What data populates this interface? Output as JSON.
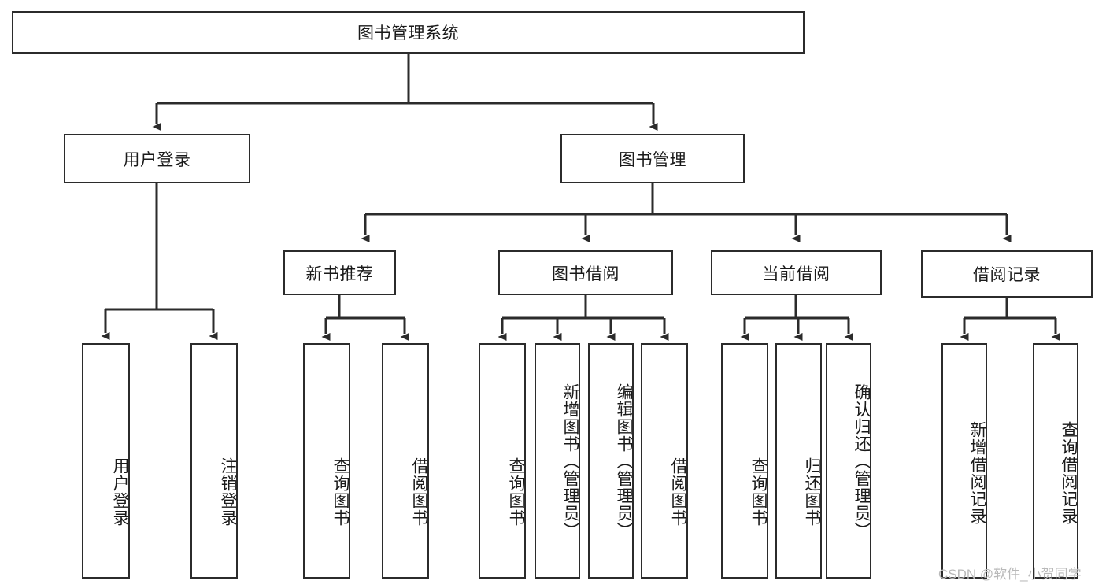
{
  "diagram": {
    "title_node": {
      "label": "图书管理系统"
    },
    "level2": [
      {
        "id": "user-login",
        "label": "用户登录"
      },
      {
        "id": "book-management",
        "label": "图书管理"
      }
    ],
    "level3": [
      {
        "id": "new-book-recommend",
        "label": "新书推荐"
      },
      {
        "id": "book-borrow",
        "label": "图书借阅"
      },
      {
        "id": "current-borrow",
        "label": "当前借阅"
      },
      {
        "id": "borrow-record",
        "label": "借阅记录"
      }
    ],
    "leaves": {
      "user_login": [
        {
          "id": "leaf-user-login",
          "label": "用户登录"
        },
        {
          "id": "leaf-logout-login",
          "label": "注销登录"
        }
      ],
      "new_book_recommend": [
        {
          "id": "leaf-query-book-1",
          "label": "查询图书"
        },
        {
          "id": "leaf-borrow-book-1",
          "label": "借阅图书"
        }
      ],
      "book_borrow": [
        {
          "id": "leaf-query-book-2",
          "label": "查询图书"
        },
        {
          "id": "leaf-add-book",
          "label": "新增图书（管理员）"
        },
        {
          "id": "leaf-edit-book",
          "label": "编辑图书（管理员）"
        },
        {
          "id": "leaf-borrow-book-2",
          "label": "借阅图书"
        }
      ],
      "current_borrow": [
        {
          "id": "leaf-query-book-3",
          "label": "查询图书"
        },
        {
          "id": "leaf-return-book",
          "label": "归还图书"
        },
        {
          "id": "leaf-confirm-return",
          "label": "确认归还（管理员）"
        }
      ],
      "borrow_record": [
        {
          "id": "leaf-add-record",
          "label": "新增借阅记录"
        },
        {
          "id": "leaf-query-record",
          "label": "查询借阅记录"
        }
      ]
    },
    "watermark": "CSDN @软件_小贺同学",
    "colors": {
      "stroke": "#2b2b2b",
      "box_fill": "#ffffff",
      "text": "#1a1a1a",
      "watermark": "#b9b9b9",
      "background": "#ffffff"
    }
  }
}
